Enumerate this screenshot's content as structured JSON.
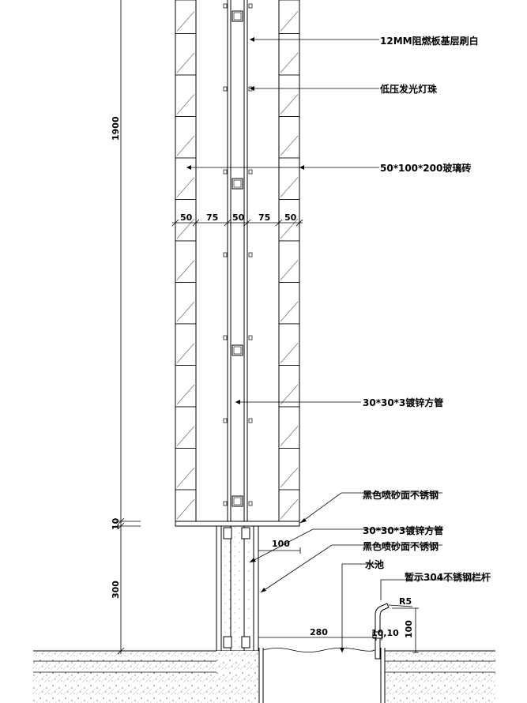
{
  "annotations": {
    "fire_board": "12MM阻燃板基层刷白",
    "led": "低压发光灯珠",
    "glass_brick": "50*100*200玻璃砖",
    "steel_tube_upper": "30*30*3镀锌方管",
    "cap_steel": "黑色喷砂面不锈钢",
    "steel_tube_lower": "30*30*3镀锌方管",
    "base_steel": "黑色喷砂面不锈钢",
    "pool": "水池",
    "railing": "暂示304不锈钢栏杆"
  },
  "dimensions": {
    "total_height": "1900",
    "cap_thickness": "10",
    "base_height": "300",
    "seg_1": "50",
    "seg_2": "75",
    "seg_3": "50",
    "seg_4": "75",
    "seg_5": "50",
    "base_offset": "100",
    "pool_width": "280",
    "rail_gap": "10,10",
    "rail_radius": "R5",
    "rail_height": "100"
  }
}
